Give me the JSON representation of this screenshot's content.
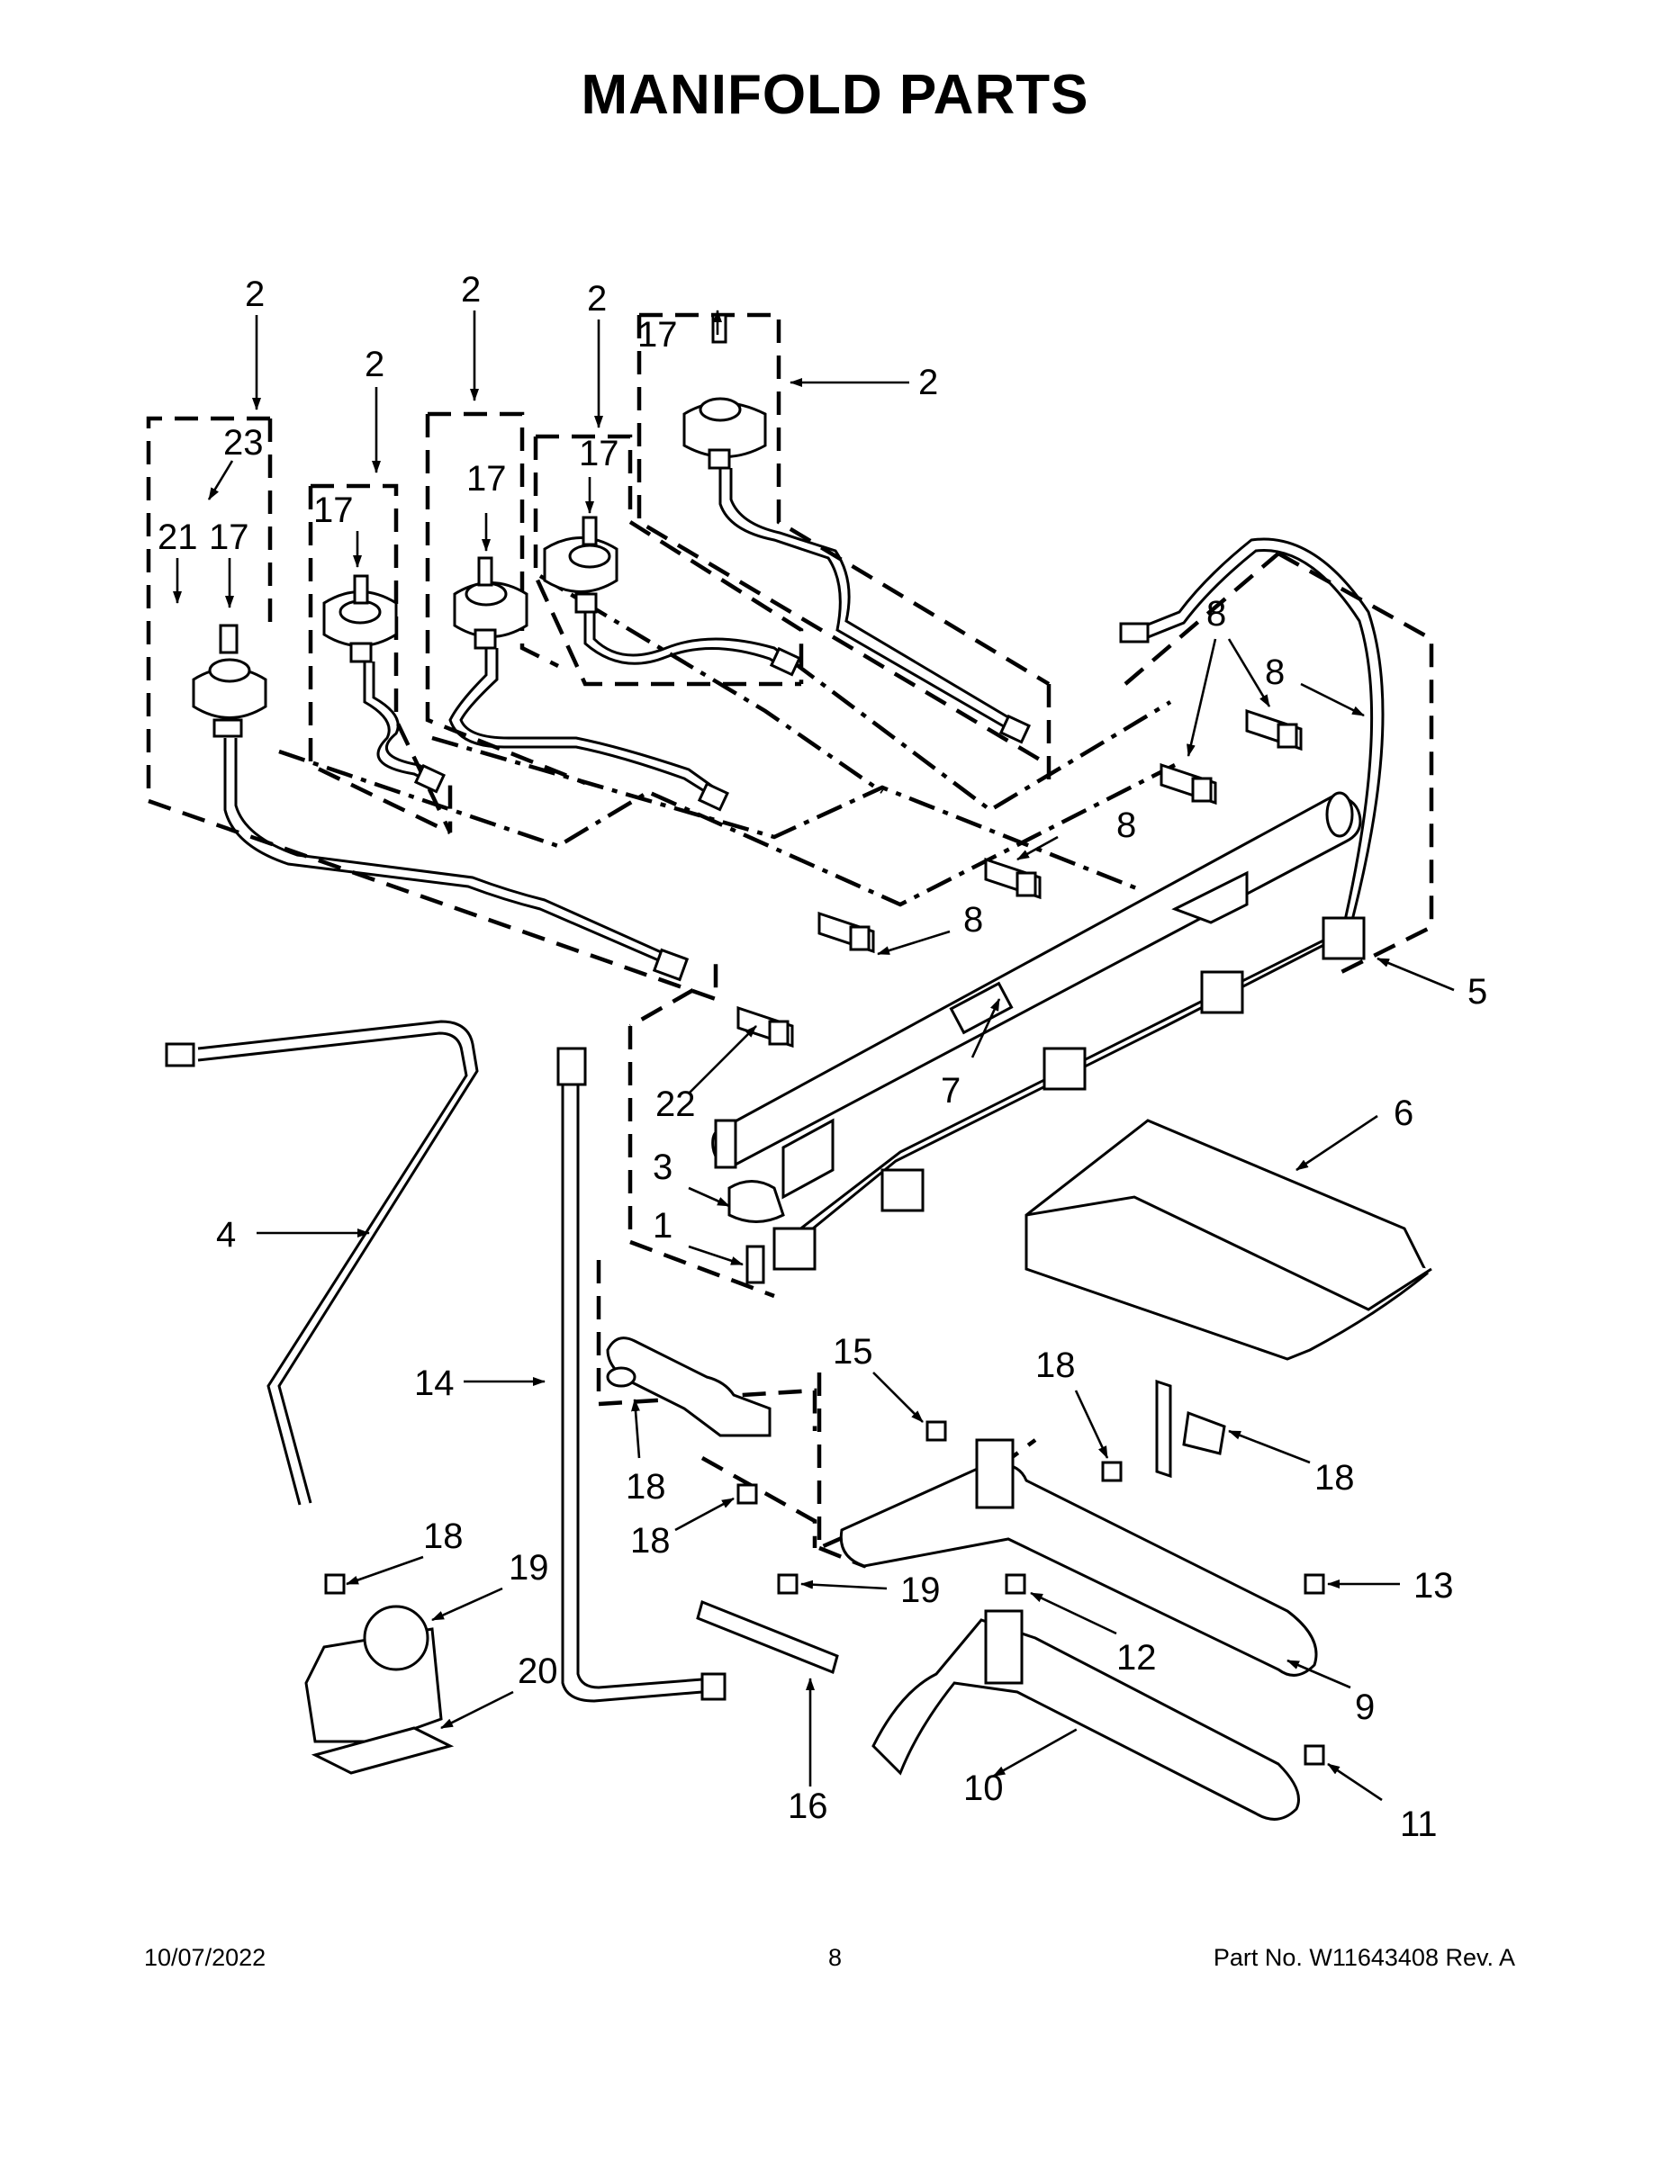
{
  "title": "MANIFOLD PARTS",
  "footer": {
    "date": "10/07/2022",
    "page": "8",
    "part_no": "Part No.  W11643408  Rev.  A"
  },
  "callouts": [
    {
      "id": "c-2a",
      "text": "2"
    },
    {
      "id": "c-2b",
      "text": "2"
    },
    {
      "id": "c-2c",
      "text": "2"
    },
    {
      "id": "c-2d",
      "text": "2"
    },
    {
      "id": "c-2e",
      "text": "2"
    },
    {
      "id": "c-23",
      "text": "23"
    },
    {
      "id": "c-21",
      "text": "21"
    },
    {
      "id": "c-17a",
      "text": "17"
    },
    {
      "id": "c-17b",
      "text": "17"
    },
    {
      "id": "c-17c",
      "text": "17"
    },
    {
      "id": "c-17d",
      "text": "17"
    },
    {
      "id": "c-17e",
      "text": "17"
    },
    {
      "id": "c-8a",
      "text": "8"
    },
    {
      "id": "c-8b",
      "text": "8"
    },
    {
      "id": "c-8c",
      "text": "8"
    },
    {
      "id": "c-8d",
      "text": "8"
    },
    {
      "id": "c-5",
      "text": "5"
    },
    {
      "id": "c-7",
      "text": "7"
    },
    {
      "id": "c-22",
      "text": "22"
    },
    {
      "id": "c-6",
      "text": "6"
    },
    {
      "id": "c-3",
      "text": "3"
    },
    {
      "id": "c-1",
      "text": "1"
    },
    {
      "id": "c-4",
      "text": "4"
    },
    {
      "id": "c-14",
      "text": "14"
    },
    {
      "id": "c-15",
      "text": "15"
    },
    {
      "id": "c-18a",
      "text": "18"
    },
    {
      "id": "c-18b",
      "text": "18"
    },
    {
      "id": "c-18c",
      "text": "18"
    },
    {
      "id": "c-18d",
      "text": "18"
    },
    {
      "id": "c-18e",
      "text": "18"
    },
    {
      "id": "c-19a",
      "text": "19"
    },
    {
      "id": "c-19b",
      "text": "19"
    },
    {
      "id": "c-13",
      "text": "13"
    },
    {
      "id": "c-20",
      "text": "20"
    },
    {
      "id": "c-12",
      "text": "12"
    },
    {
      "id": "c-9",
      "text": "9"
    },
    {
      "id": "c-16",
      "text": "16"
    },
    {
      "id": "c-10",
      "text": "10"
    },
    {
      "id": "c-11",
      "text": "11"
    }
  ]
}
